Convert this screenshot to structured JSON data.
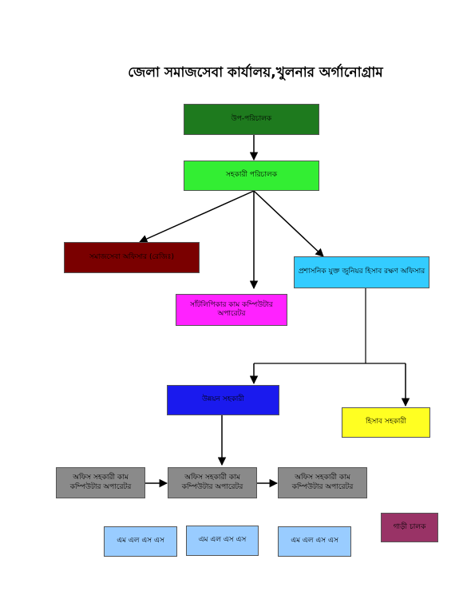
{
  "title": "জেলা সমাজসেবা কার্যালয়,খুলনার অর্গানোগ্রাম",
  "nodes": {
    "deputy_director": "উপ-পরিচালক",
    "assistant_director": "সহকারী পরিচালক",
    "social_services_officer": "সমাজসেবা অফিসার (রেজিঃ)",
    "stenographer": "সাঁটলিপিকার কাম কম্পিউটার অপারেটর",
    "admin_accounts_officer": "প্রশাসনিক যুক্ত জুনিয়র হিসাব রক্ষণ অফিসার",
    "development_assistant": "উন্নয়ন সহকারী",
    "accounts_assistant": "হিসাব সহকারী",
    "office_assistant_1": "অফিস সহকারী কাম কম্পিউটার অপারেটর",
    "office_assistant_2": "অফিস সহকারী কাম কম্পিউটার অপারেটর",
    "office_assistant_3": "অফিস সহকারী কাম কম্পিউটার অপারেটর",
    "mlss_1": "এম এল এস এস",
    "mlss_2": "এম এল এস এস",
    "mlss_3": "এম এল এস এস",
    "driver": "গাড়ী চালক"
  },
  "colors": {
    "deputy_director": "#1e7a1e",
    "assistant_director": "#33ee33",
    "social_services_officer": "#7a0000",
    "stenographer": "#ff22ff",
    "admin_accounts_officer": "#33ccff",
    "development_assistant": "#1a1aee",
    "accounts_assistant": "#ffff22",
    "office_assistant": "#8a8a8a",
    "mlss": "#99ccff",
    "driver": "#993366"
  }
}
